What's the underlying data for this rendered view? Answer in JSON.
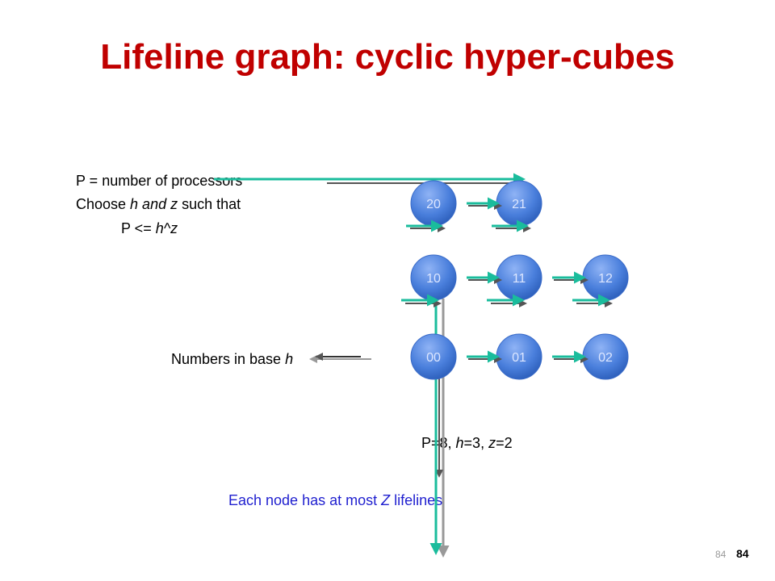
{
  "title": "Lifeline graph: cyclic hyper-cubes",
  "text": {
    "line1": "P = number of processors",
    "line2_a": "Choose ",
    "line2_b": "h and z",
    "line2_c": " such that",
    "line3_a": "P <= ",
    "line3_b": "h^z",
    "numbers_a": "Numbers in base ",
    "numbers_b": "h",
    "params_a": "P=8, ",
    "params_b": "h",
    "params_c": "=3, ",
    "params_d": "z",
    "params_e": "=2",
    "lifelines_a": "Each node has at most ",
    "lifelines_b": "Z",
    "lifelines_c": "  lifelines"
  },
  "nodes": [
    {
      "label": "20"
    },
    {
      "label": "21"
    },
    {
      "label": "10"
    },
    {
      "label": "11"
    },
    {
      "label": "12"
    },
    {
      "label": "00"
    },
    {
      "label": "01"
    },
    {
      "label": "02"
    }
  ],
  "colors": {
    "title": "#c00000",
    "node": "#4a7fdc",
    "arrow_teal": "#1abc9c",
    "arrow_gray": "#555555",
    "blue_text": "#1f1fcf"
  },
  "slide": {
    "number_small": "84",
    "number": "84"
  }
}
